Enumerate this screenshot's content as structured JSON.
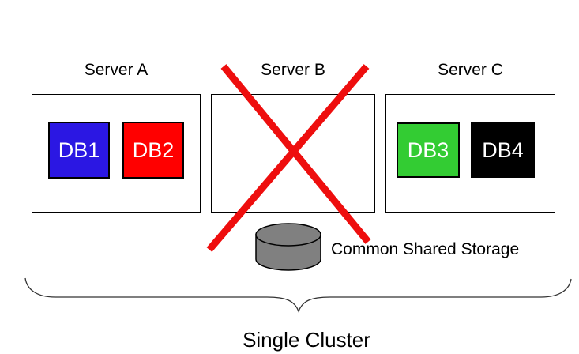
{
  "diagram": {
    "background_color": "#FFFFFF",
    "outline_color": "#000000",
    "db_label_color": "#FFFFFF",
    "failure_mark_color": "#EE0E0E",
    "storage_color": "#808080",
    "brace_color": "#333333",
    "servers": [
      {
        "label": "Server A",
        "failed": false,
        "databases": [
          {
            "label": "DB1",
            "color": "#2B17E3"
          },
          {
            "label": "DB2",
            "color": "#FF0000"
          }
        ]
      },
      {
        "label": "Server B",
        "failed": true,
        "databases": []
      },
      {
        "label": "Server C",
        "failed": false,
        "databases": [
          {
            "label": "DB3",
            "color": "#33CC33"
          },
          {
            "label": "DB4",
            "color": "#000000"
          }
        ]
      }
    ],
    "storage_label": "Common Shared Storage",
    "cluster_label": "Single Cluster"
  }
}
